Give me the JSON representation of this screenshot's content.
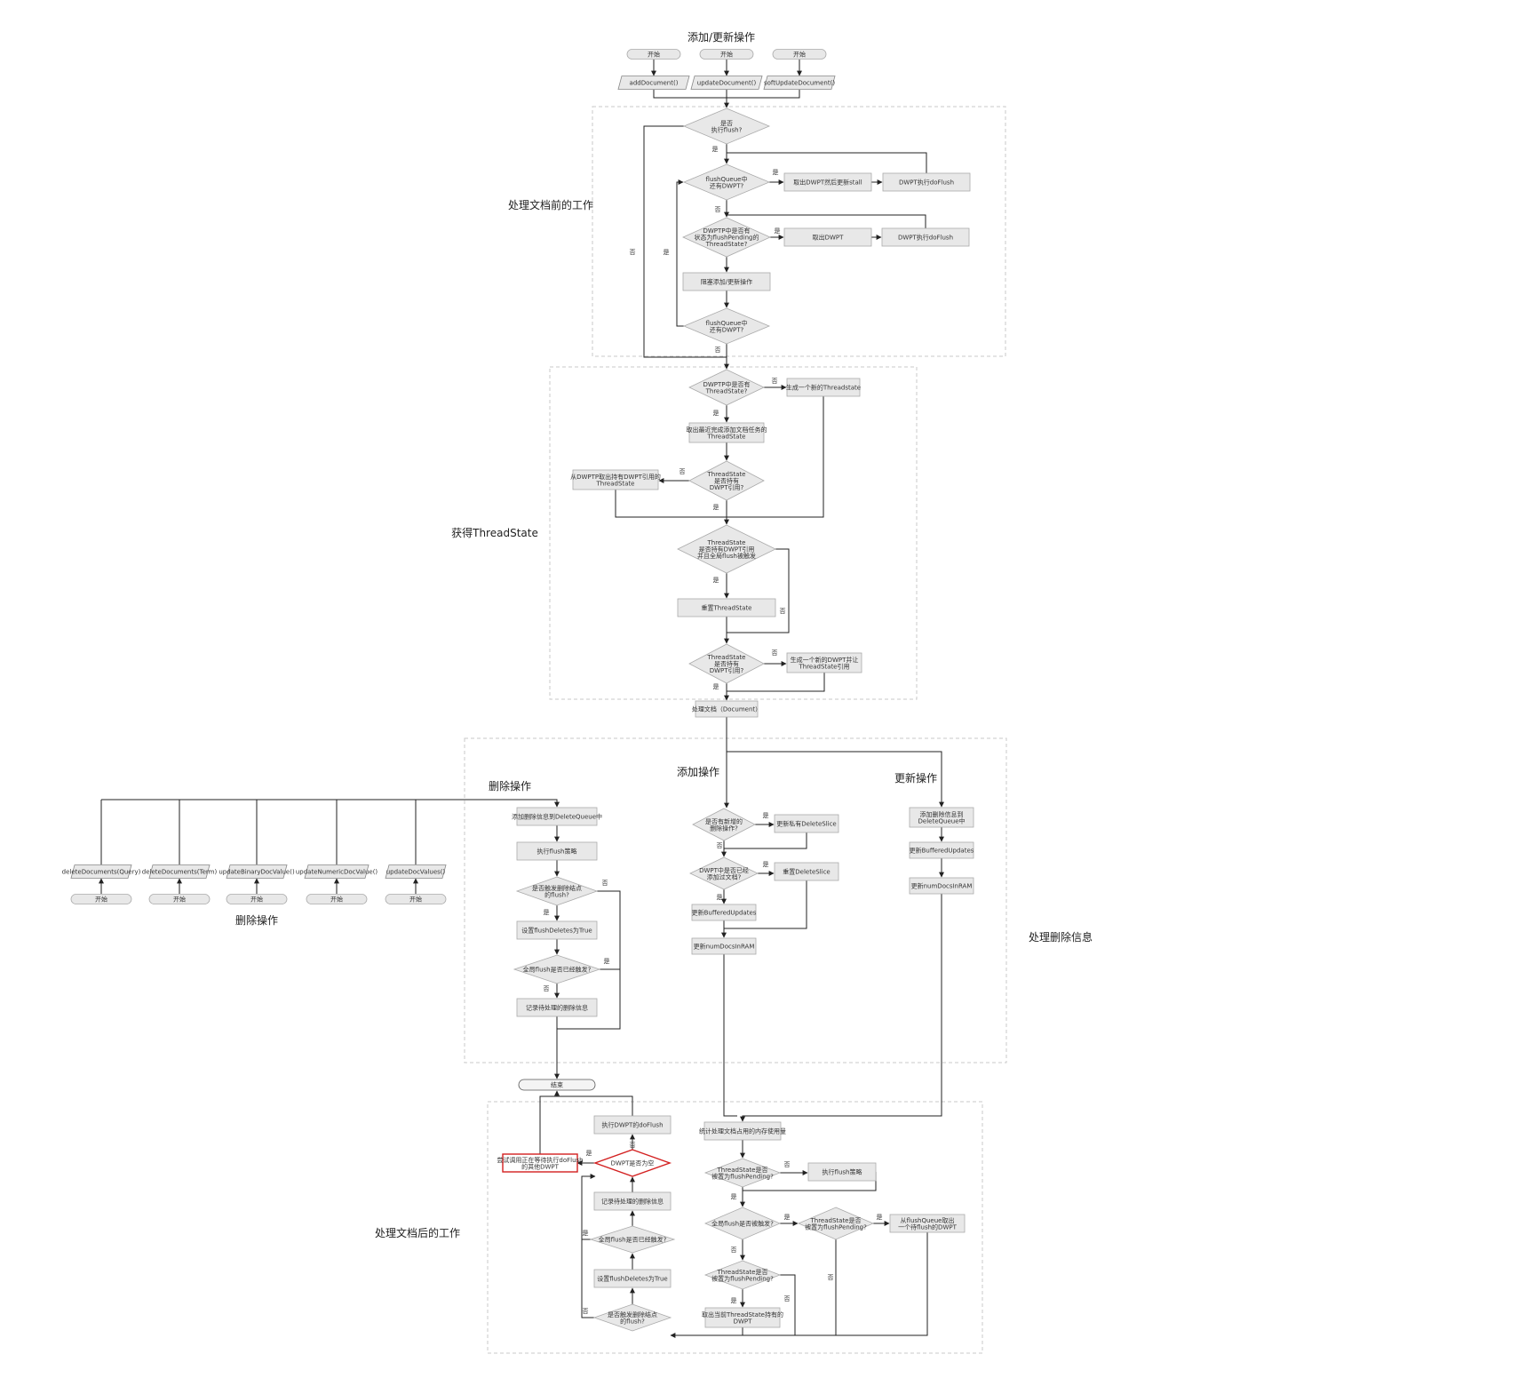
{
  "diagram": {
    "title": "添加/更新操作",
    "colors": {
      "node_fill": "#e8e8e8",
      "node_stroke": "#aaaaaa",
      "line": "#222222",
      "section_border": "#c8c8c8",
      "highlight": "#d32020"
    },
    "sections": [
      {
        "id": "pre",
        "label": "处理文档前的工作"
      },
      {
        "id": "thread",
        "label": "获得ThreadState"
      },
      {
        "id": "del_info",
        "label": "处理删除信息"
      },
      {
        "id": "post",
        "label": "处理文档后的工作"
      }
    ],
    "sub_labels": [
      {
        "id": "delete_op_top",
        "text": "删除操作"
      },
      {
        "id": "add_op",
        "text": "添加操作"
      },
      {
        "id": "update_op",
        "text": "更新操作"
      },
      {
        "id": "delete_op_bottom",
        "text": "删除操作"
      }
    ],
    "nodes": [
      {
        "id": "start1",
        "shape": "terminal",
        "lines": [
          "开始"
        ]
      },
      {
        "id": "start2",
        "shape": "terminal",
        "lines": [
          "开始"
        ]
      },
      {
        "id": "start3",
        "shape": "terminal",
        "lines": [
          "开始"
        ]
      },
      {
        "id": "addDoc",
        "shape": "io",
        "lines": [
          "addDocument()"
        ]
      },
      {
        "id": "updDoc",
        "shape": "io",
        "lines": [
          "updateDocument()"
        ]
      },
      {
        "id": "softUpd",
        "shape": "io",
        "lines": [
          "softUpdateDocument()"
        ]
      },
      {
        "id": "d_flush",
        "shape": "diamond",
        "lines": [
          "是否",
          "执行flush?"
        ]
      },
      {
        "id": "d_fq1",
        "shape": "diamond",
        "lines": [
          "flushQueue中",
          "还有DWPT?"
        ]
      },
      {
        "id": "r_takeStall",
        "shape": "rect",
        "lines": [
          "取出DWPT然后更新stall"
        ]
      },
      {
        "id": "r_doFlush1",
        "shape": "rect",
        "lines": [
          "DWPT执行doFlush"
        ]
      },
      {
        "id": "d_pending",
        "shape": "diamond",
        "lines": [
          "DWPTP中是否有",
          "状态为flushPending的",
          "ThreadState?"
        ]
      },
      {
        "id": "r_takeDwpt",
        "shape": "rect",
        "lines": [
          "取出DWPT"
        ]
      },
      {
        "id": "r_doFlush2",
        "shape": "rect",
        "lines": [
          "DWPT执行doFlush"
        ]
      },
      {
        "id": "r_block",
        "shape": "rect",
        "lines": [
          "阻塞添加/更新操作"
        ]
      },
      {
        "id": "d_fq2",
        "shape": "diamond",
        "lines": [
          "flushQueue中",
          "还有DWPT?"
        ]
      },
      {
        "id": "d_hasTS",
        "shape": "diamond",
        "lines": [
          "DWPTP中是否有",
          "ThreadState?"
        ]
      },
      {
        "id": "r_newTS",
        "shape": "rect",
        "lines": [
          "生成一个新的Threadstate"
        ]
      },
      {
        "id": "r_takeTS",
        "shape": "rect",
        "lines": [
          "取出最近完成添加文档任务的",
          "ThreadState"
        ]
      },
      {
        "id": "d_holds1",
        "shape": "diamond",
        "lines": [
          "ThreadState",
          "是否持有",
          "DWPT引用?"
        ]
      },
      {
        "id": "r_fromDwptp",
        "shape": "rect",
        "lines": [
          "从DWPTP取出持有DWPT引用的",
          "ThreadState"
        ]
      },
      {
        "id": "d_holdsGlobal",
        "shape": "diamond",
        "lines": [
          "ThreadState",
          "是否持有DWPT引用",
          "并且全局flush被触发"
        ]
      },
      {
        "id": "r_resetTS",
        "shape": "rect",
        "lines": [
          "重置ThreadState"
        ]
      },
      {
        "id": "d_holds2",
        "shape": "diamond",
        "lines": [
          "ThreadState",
          "是否持有",
          "DWPT引用?"
        ]
      },
      {
        "id": "r_newDwpt",
        "shape": "rect",
        "lines": [
          "生成一个新的DWPT并让",
          "ThreadState引用"
        ]
      },
      {
        "id": "r_process",
        "shape": "rect",
        "lines": [
          "处理文档（Document）"
        ]
      },
      {
        "id": "io_dq",
        "shape": "io",
        "lines": [
          "deleteDocuments(Query)"
        ]
      },
      {
        "id": "io_dt",
        "shape": "io",
        "lines": [
          "deleteDocuments(Term)"
        ]
      },
      {
        "id": "io_ub",
        "shape": "io",
        "lines": [
          "updateBinaryDocValue()"
        ]
      },
      {
        "id": "io_un",
        "shape": "io",
        "lines": [
          "updateNumericDocValue()"
        ]
      },
      {
        "id": "io_ud",
        "shape": "io",
        "lines": [
          "updateDocValues()"
        ]
      },
      {
        "id": "s_dq",
        "shape": "terminal",
        "lines": [
          "开始"
        ]
      },
      {
        "id": "s_dt",
        "shape": "terminal",
        "lines": [
          "开始"
        ]
      },
      {
        "id": "s_ub",
        "shape": "terminal",
        "lines": [
          "开始"
        ]
      },
      {
        "id": "s_un",
        "shape": "terminal",
        "lines": [
          "开始"
        ]
      },
      {
        "id": "s_ud",
        "shape": "terminal",
        "lines": [
          "开始"
        ]
      },
      {
        "id": "r_addDQ",
        "shape": "rect",
        "lines": [
          "添加删除信息到DeleteQueue中"
        ]
      },
      {
        "id": "r_flushPolicy1",
        "shape": "rect",
        "lines": [
          "执行flush策略"
        ]
      },
      {
        "id": "d_trigDel1",
        "shape": "diamond",
        "lines": [
          "是否触发删除结点",
          "的flush?"
        ]
      },
      {
        "id": "r_setFD1",
        "shape": "rect",
        "lines": [
          "设置flushDeletes为True"
        ]
      },
      {
        "id": "d_globalFlush1",
        "shape": "diamond",
        "lines": [
          "全局flush是否已经触发?"
        ]
      },
      {
        "id": "r_recordDel1",
        "shape": "rect",
        "lines": [
          "记录待处理的删除信息"
        ]
      },
      {
        "id": "d_hasDelete",
        "shape": "diamond",
        "lines": [
          "是否有新增的",
          "删除操作?"
        ]
      },
      {
        "id": "r_updPrivSlice",
        "shape": "rect",
        "lines": [
          "更新私有DeleteSlice"
        ]
      },
      {
        "id": "d_addedDoc",
        "shape": "diamond",
        "lines": [
          "DWPT中是否已经",
          "添加过文档?"
        ]
      },
      {
        "id": "r_resetSlice",
        "shape": "rect",
        "lines": [
          "重置DeleteSlice"
        ]
      },
      {
        "id": "r_bufUpd1",
        "shape": "rect",
        "lines": [
          "更新BufferedUpdates"
        ]
      },
      {
        "id": "r_numDocs1",
        "shape": "rect",
        "lines": [
          "更新numDocsInRAM"
        ]
      },
      {
        "id": "r_addDQ2",
        "shape": "rect",
        "lines": [
          "添加删除信息到",
          "DeleteQueue中"
        ]
      },
      {
        "id": "r_bufUpd2",
        "shape": "rect",
        "lines": [
          "更新BufferedUpdates"
        ]
      },
      {
        "id": "r_numDocs2",
        "shape": "rect",
        "lines": [
          "更新numDocsInRAM"
        ]
      },
      {
        "id": "t_end",
        "shape": "terminal",
        "lines": [
          "结束"
        ]
      },
      {
        "id": "r_doFlush3",
        "shape": "rect",
        "lines": [
          "执行DWPT的doFlush"
        ]
      },
      {
        "id": "r_tryFlush",
        "shape": "rect",
        "lines": [
          "尝试调用正在等待执行doFlush",
          "的其他DWPT"
        ]
      },
      {
        "id": "d_dwptNull",
        "shape": "diamond",
        "lines": [
          "DWPT是否为空"
        ]
      },
      {
        "id": "r_recordDel2",
        "shape": "rect",
        "lines": [
          "记录待处理的删除信息"
        ]
      },
      {
        "id": "d_globalFlush2",
        "shape": "diamond",
        "lines": [
          "全局flush是否已经触发?"
        ]
      },
      {
        "id": "r_setFD2",
        "shape": "rect",
        "lines": [
          "设置flushDeletes为True"
        ]
      },
      {
        "id": "d_trigDel2",
        "shape": "diamond",
        "lines": [
          "是否触发删除结点",
          "的flush?"
        ]
      },
      {
        "id": "r_memStat",
        "shape": "rect",
        "lines": [
          "统计处理文档占用的内存使用量"
        ]
      },
      {
        "id": "d_tsPending1",
        "shape": "diamond",
        "lines": [
          "ThreadState是否",
          "被置为flushPending?"
        ]
      },
      {
        "id": "r_flushPolicy2",
        "shape": "rect",
        "lines": [
          "执行flush策略"
        ]
      },
      {
        "id": "d_globalTrig",
        "shape": "diamond",
        "lines": [
          "全局flush是否被触发?"
        ]
      },
      {
        "id": "d_tsPending2",
        "shape": "diamond",
        "lines": [
          "ThreadState是否",
          "被置为flushPending?"
        ]
      },
      {
        "id": "r_takeFromQueue",
        "shape": "rect",
        "lines": [
          "从flushQueue取出",
          "一个待flush的DWPT"
        ]
      },
      {
        "id": "d_tsPending3",
        "shape": "diamond",
        "lines": [
          "ThreadState是否",
          "被置为flushPending?"
        ]
      },
      {
        "id": "r_takeHeld",
        "shape": "rect",
        "lines": [
          "取出当前ThreadState持有的",
          "DWPT"
        ]
      }
    ],
    "yes": "是",
    "no": "否"
  }
}
